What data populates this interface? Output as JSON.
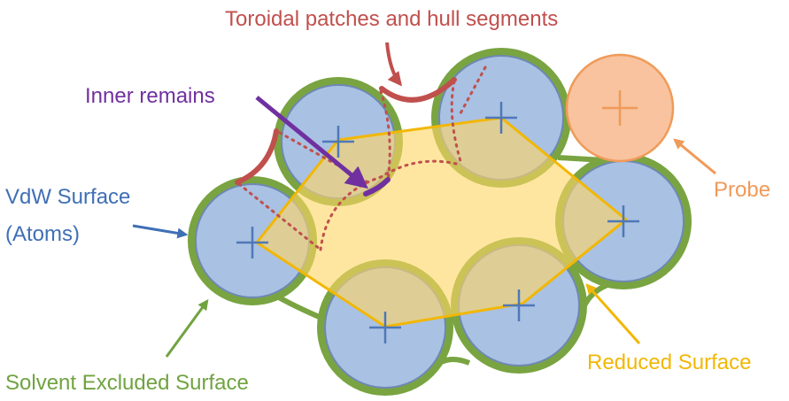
{
  "labels": {
    "toroidal": "Toroidal patches and hull segments",
    "inner": "Inner remains",
    "vdw_line1": "VdW Surface",
    "vdw_line2": "(Atoms)",
    "probe": "Probe",
    "ses": "Solvent Excluded Surface",
    "reduced": "Reduced Surface"
  },
  "colors": {
    "atom_fill": "#A9C1E3",
    "atom_stroke": "#6E88B5",
    "atom_marker": "#4F78B8",
    "ses": "#79A441",
    "reduced_fill": "#FFD766",
    "reduced_stroke": "#F2B705",
    "toroidal": "#C0504D",
    "inner": "#7030A0",
    "probe_fill": "#F8C39E",
    "probe_stroke": "#F09A58",
    "vdw_text": "#3F6FB5",
    "ses_text": "#70A340",
    "reduced_text": "#F2B705",
    "probe_text": "#F09A58",
    "toroidal_text": "#C0504D",
    "inner_text": "#7030A0"
  },
  "icons": {
    "atom_center": "plus-icon",
    "probe_center": "plus-icon"
  }
}
